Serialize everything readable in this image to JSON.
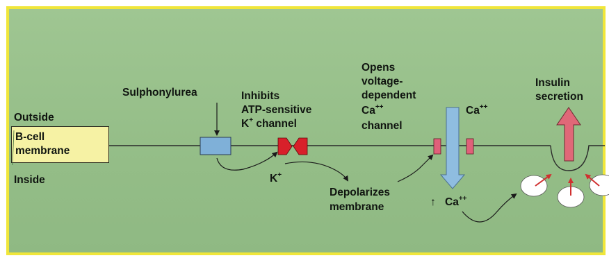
{
  "labels": {
    "outside": "Outside",
    "membrane_line1": "B-cell",
    "membrane_line2": "membrane",
    "inside": "Inside",
    "sulphonylurea": "Sulphonylurea",
    "inhibits_line1": "Inhibits",
    "inhibits_line2": "ATP-sensitive",
    "inhibits_line3_k": "K",
    "inhibits_line3_sup": "+",
    "inhibits_line3_rest": " channel",
    "k_ion": "K",
    "k_ion_sup": "+",
    "opens_line1": "Opens",
    "opens_line2": "voltage-",
    "opens_line3": "dependent",
    "opens_line4_ca": "Ca",
    "opens_line4_sup": "++",
    "opens_line5": "channel",
    "depolarizes_line1": "Depolarizes",
    "depolarizes_line2": "membrane",
    "ca_outside": "Ca",
    "ca_outside_sup": "++",
    "ca_inside_arrow": "↑",
    "ca_inside": "Ca",
    "ca_inside_sup": "++",
    "insulin_line1": "Insulin",
    "insulin_line2": "secretion"
  },
  "colors": {
    "background": "#9ac290",
    "frame": "#f0e63a",
    "membrane_box": "#f6f2a4",
    "receptor": "#7fb0d8",
    "k_channel": "#d8202a",
    "ca_channel": "#e0607a",
    "ca_influx_arrow": "#8fbde0",
    "insulin_arrow": "#e06878",
    "granule_arrow": "#d03030",
    "granule": "#ffffff"
  },
  "icons": {
    "receptor": "sulphonylurea-receptor-icon",
    "k_channel": "k-atp-channel-icon",
    "ca_channel": "voltage-gated-ca-channel-icon",
    "ca_influx": "ca-influx-arrow-icon",
    "insulin": "insulin-secretion-arrow-icon",
    "granules": "insulin-granule-icon"
  }
}
